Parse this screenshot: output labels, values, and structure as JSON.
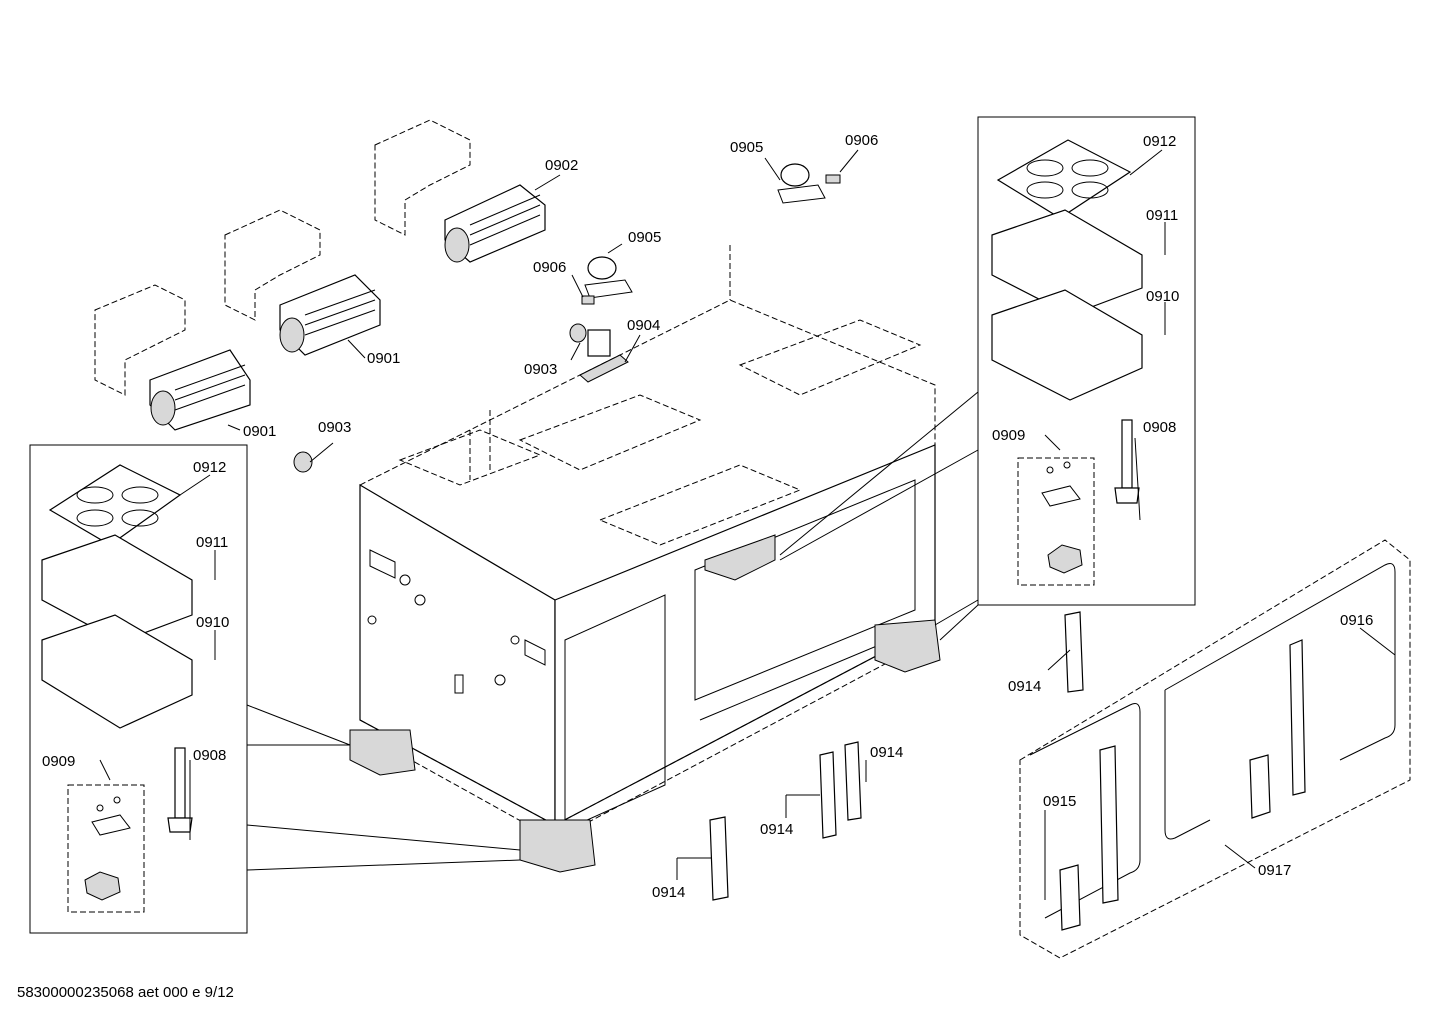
{
  "footer": {
    "drawing_code": "58300000235068 aet 000 e 9/12"
  },
  "callouts": {
    "c0901a": "0901",
    "c0901b": "0901",
    "c0902": "0902",
    "c0903a": "0903",
    "c0903b": "0903",
    "c0904": "0904",
    "c0905a": "0905",
    "c0905b": "0905",
    "c0906a": "0906",
    "c0906b": "0906",
    "c0908a": "0908",
    "c0908b": "0908",
    "c0909a": "0909",
    "c0909b": "0909",
    "c0910a": "0910",
    "c0910b": "0910",
    "c0911a": "0911",
    "c0911b": "0911",
    "c0912a": "0912",
    "c0912b": "0912",
    "c0914a": "0914",
    "c0914b": "0914",
    "c0914c": "0914",
    "c0914d": "0914",
    "c0915": "0915",
    "c0916": "0916",
    "c0917": "0917"
  }
}
